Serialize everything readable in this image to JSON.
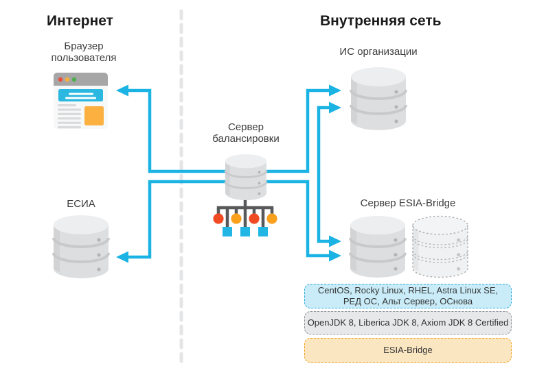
{
  "header": {
    "left": "Интернет",
    "right": "Внутренняя сеть"
  },
  "nodes": {
    "browser": {
      "line1": "Браузер",
      "line2": "пользователя"
    },
    "esia": {
      "label": "ЕСИА"
    },
    "org_is": {
      "label": "ИС организации"
    },
    "balancer": {
      "line1": "Сервер",
      "line2": "балансировки"
    },
    "esia_bridge": {
      "label": "Сервер ESIA-Bridge"
    }
  },
  "info_boxes": {
    "os": {
      "line1": "CentOS, Rocky Linux, RHEL, Astra Linux SE,",
      "line2": "РЕД ОС, Альт Сервер, ОСнова"
    },
    "jdk": {
      "text": "OpenJDK 8, Liberica JDK 8, Axiom JDK 8 Certified"
    },
    "bridge": {
      "text": "ESIA-Bridge"
    }
  },
  "icons": {
    "browser_icon": "browser window with toolbar dots, banner, text lines and image placeholder",
    "database_icon": "gray database cylinder with three bands",
    "database_dashed_icon": "dashed-outline database cylinder (standby replica)",
    "load_balancer_tree_icon": "distribution tree with red/orange nodes and cyan endpoints",
    "divider": "vertical dashed separator between Internet and Internal network"
  },
  "colors": {
    "arrow_cyan": "#1bb3e3",
    "divider_gray": "#e4e5e6",
    "tree_gray": "#58595b",
    "node_red": "#f04a23",
    "node_orange": "#f9a11c",
    "endpoint_cyan": "#22b6e5",
    "cylinder_body": "#dcdee0",
    "cylinder_top": "#eceeef",
    "box_os_bg": "#c9ecf8",
    "box_os_border": "#2aabdd",
    "box_jdk_bg": "#e6e8ea",
    "box_jdk_border": "#8f9194",
    "box_bridge_bg": "#fbe6c2",
    "box_bridge_border": "#f5a21f"
  }
}
